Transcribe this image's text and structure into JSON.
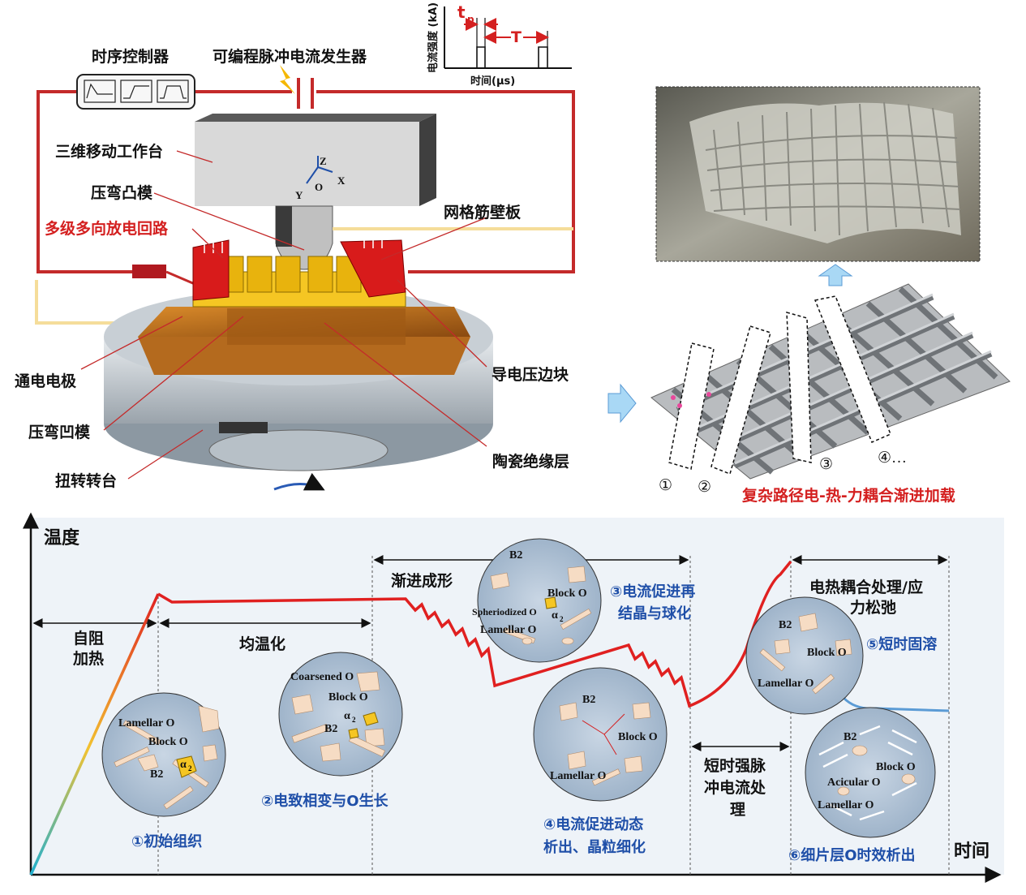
{
  "setup": {
    "timing_controller": "时序控制器",
    "pulse_generator": "可编程脉冲电流发生器",
    "waveform": {
      "ylabel": "电流强度 (kA)",
      "xlabel": "时间(μs)",
      "tp": "t",
      "tp_sub": "p",
      "T": "T"
    },
    "stage3d": "三维移动工作台",
    "punch": "压弯凸模",
    "circuit": "多级多向放电回路",
    "panel": "网格筋壁板",
    "electrode": "通电电极",
    "press_block": "导电压边块",
    "die": "压弯凹模",
    "insulator": "陶瓷绝缘层",
    "turntable": "扭转转台",
    "axes": {
      "z": "Z",
      "x": "X",
      "y": "Y",
      "o": "O"
    }
  },
  "loading": {
    "caption": "复杂路径电-热-力耦合渐进加载",
    "marks": [
      "①",
      "②",
      "③",
      "④…"
    ]
  },
  "process": {
    "ylabel": "温度",
    "xlabel": "时间",
    "stages": {
      "self_heat": [
        "自阻",
        "加热"
      ],
      "soak": "均温化",
      "forming": "渐进成形",
      "pulse": [
        "短时强脉",
        "冲电流处",
        "理"
      ],
      "relax": [
        "电热耦合处理/应",
        "力松弛"
      ]
    },
    "steps": {
      "s1": "①初始组织",
      "s2": "②电致相变与O生长",
      "s3": [
        "③电流促进再",
        "结晶与球化"
      ],
      "s4": [
        "④电流促进动态",
        "析出、晶粒细化"
      ],
      "s5": "⑤短时固溶",
      "s6": "⑥细片层O时效析出"
    },
    "micro": {
      "m1": [
        "Lamellar O",
        "Block O",
        "B2",
        "α",
        "2"
      ],
      "m2": [
        "Coarsened O",
        "Block O",
        "B2",
        "α",
        "2"
      ],
      "m3": [
        "B2",
        "Block O",
        "Spheriodized O",
        "α",
        "2",
        "Lamellar O"
      ],
      "m4": [
        "B2",
        "Block O",
        "Lamellar O"
      ],
      "m5": [
        "B2",
        "Block O",
        "Lamellar O"
      ],
      "m6": [
        "B2",
        "Block O",
        "Acicular O",
        "Lamellar O"
      ]
    },
    "colors": {
      "curve": "#e02020",
      "panel_bg": "#eef3f8",
      "ramp_start": "#1fb0d0",
      "ramp_end": "#e02020"
    }
  }
}
